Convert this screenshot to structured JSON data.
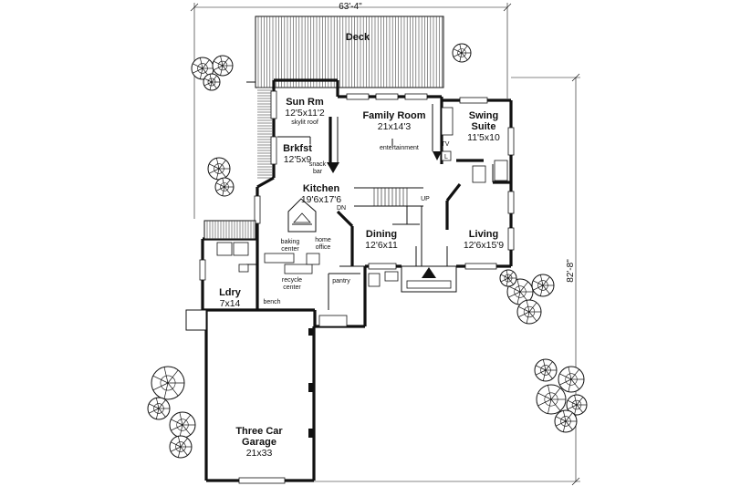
{
  "dimensions": {
    "width": "63'-4\"",
    "depth": "82'-8\""
  },
  "rooms": {
    "deck": {
      "name": "Deck"
    },
    "sun_room": {
      "name": "Sun Rm",
      "size": "12'5x11'2",
      "note": "skylit roof"
    },
    "family_room": {
      "name": "Family Room",
      "size": "21x14'3"
    },
    "swing_suite": {
      "name": "Swing Suite",
      "size": "11'5x10"
    },
    "breakfast": {
      "name": "Brkfst",
      "size": "12'5x9"
    },
    "kitchen": {
      "name": "Kitchen",
      "size": "19'6x17'6"
    },
    "dining": {
      "name": "Dining",
      "size": "12'6x11"
    },
    "living": {
      "name": "Living",
      "size": "12'6x15'9"
    },
    "laundry": {
      "name": "Ldry",
      "size": "7x14"
    },
    "garage": {
      "name": "Three Car Garage",
      "size": "21x33"
    }
  },
  "labels": {
    "entertainment": "entertainment",
    "snack_bar": "snack bar",
    "tv": "TV",
    "l": "L",
    "up": "UP",
    "dn": "DN",
    "baking_center": "baking center",
    "home_office": "home office",
    "recycle_center": "recycle center",
    "pantry": "pantry",
    "bench": "bench"
  }
}
